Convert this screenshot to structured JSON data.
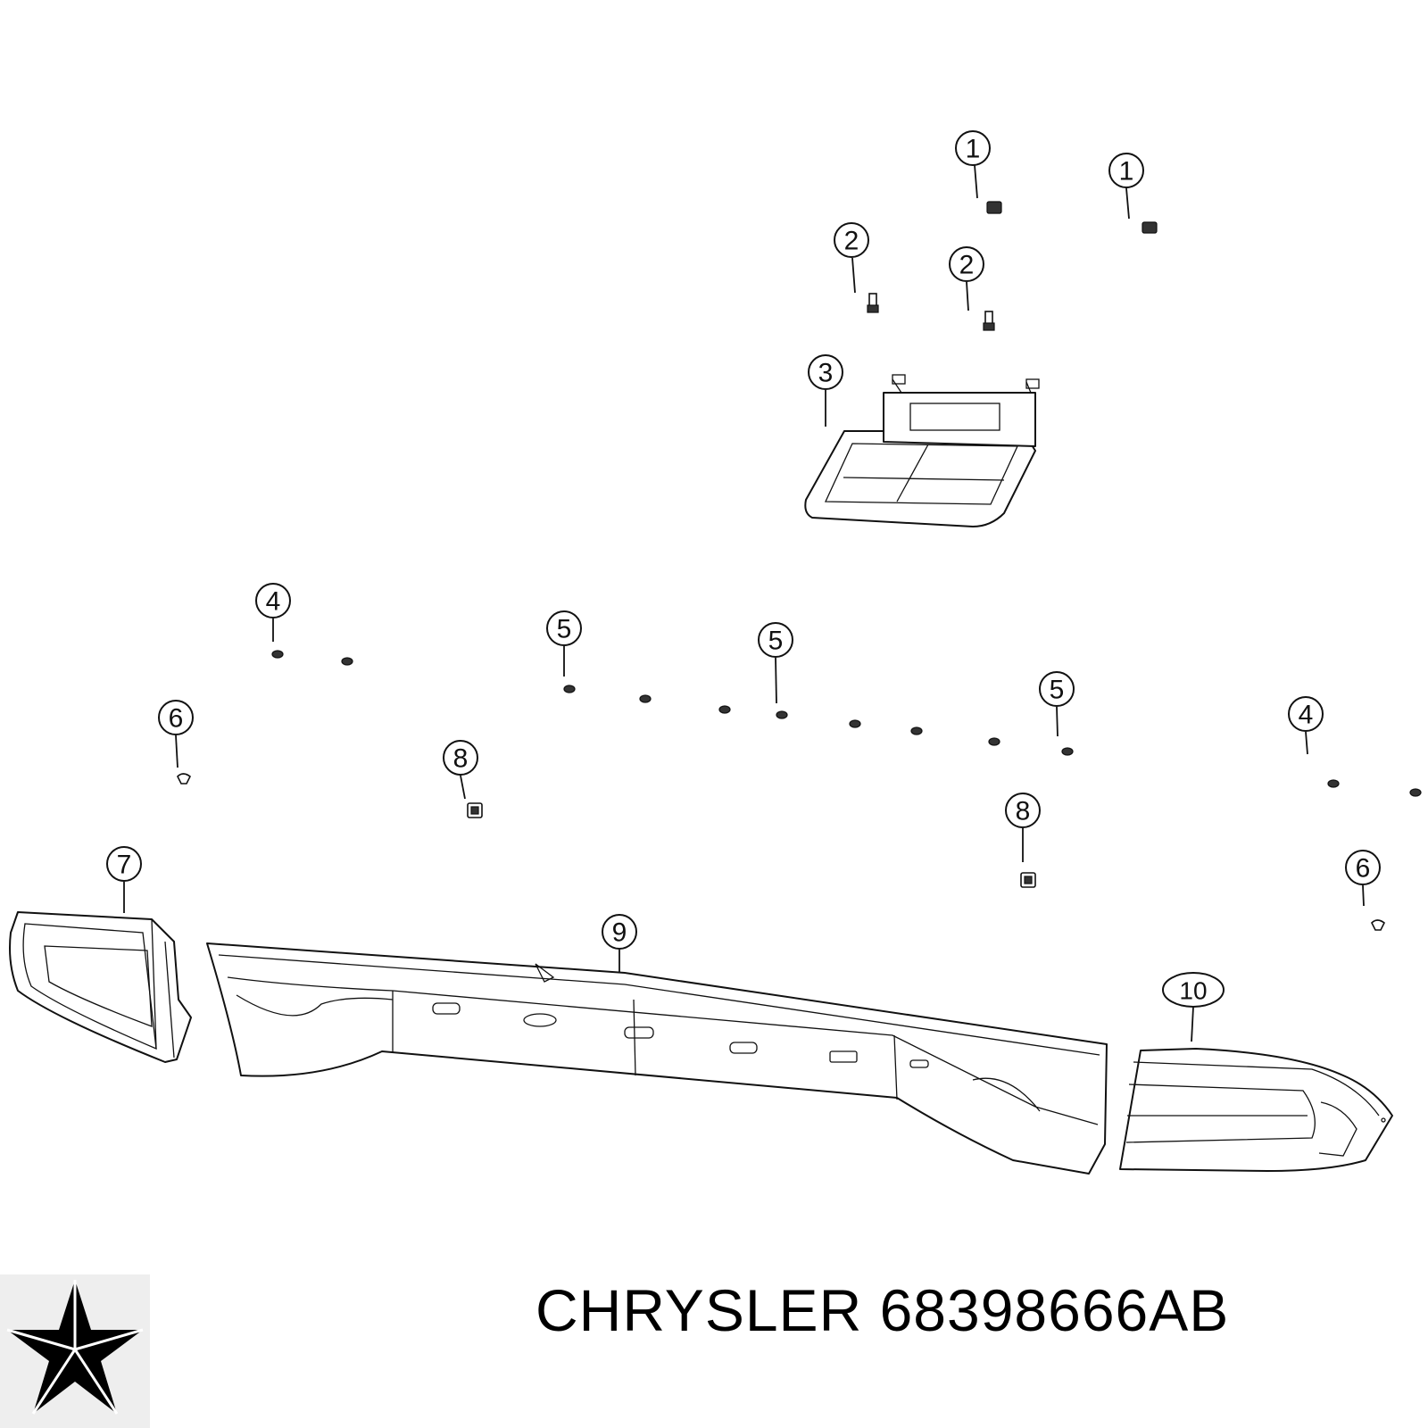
{
  "diagram": {
    "callouts": [
      {
        "id": "c1a",
        "label": "1"
      },
      {
        "id": "c1b",
        "label": "1"
      },
      {
        "id": "c2a",
        "label": "2"
      },
      {
        "id": "c2b",
        "label": "2"
      },
      {
        "id": "c3",
        "label": "3"
      },
      {
        "id": "c4a",
        "label": "4"
      },
      {
        "id": "c4b",
        "label": "4"
      },
      {
        "id": "c5a",
        "label": "5"
      },
      {
        "id": "c5b",
        "label": "5"
      },
      {
        "id": "c5c",
        "label": "5"
      },
      {
        "id": "c6a",
        "label": "6"
      },
      {
        "id": "c6b",
        "label": "6"
      },
      {
        "id": "c7",
        "label": "7"
      },
      {
        "id": "c8a",
        "label": "8"
      },
      {
        "id": "c8b",
        "label": "8"
      },
      {
        "id": "c9",
        "label": "9"
      },
      {
        "id": "c10",
        "label": "10"
      }
    ]
  },
  "footer": {
    "brand": "CHRYSLER",
    "part_number": "68398666AB",
    "logo_icon": "chrysler-pentastar-icon"
  }
}
